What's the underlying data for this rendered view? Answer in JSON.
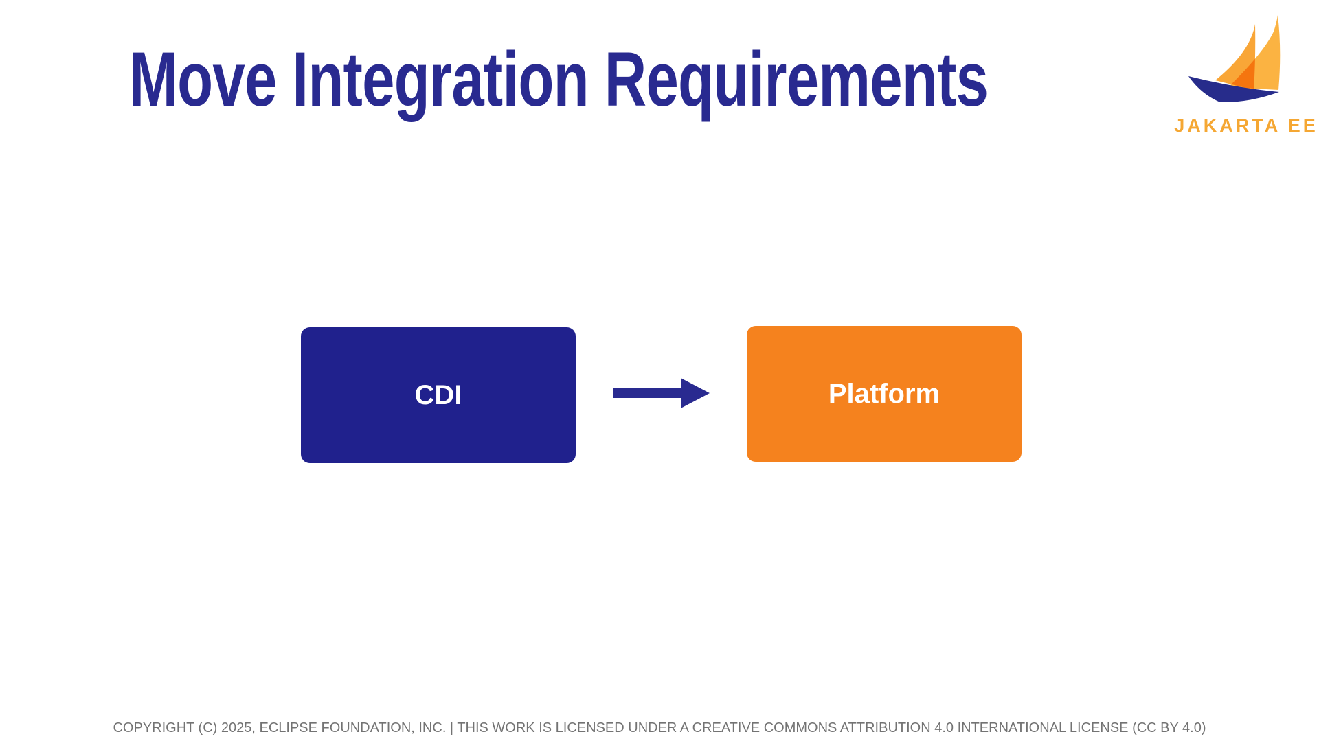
{
  "slide": {
    "title": "Move Integration Requirements",
    "footer": "COPYRIGHT (C) 2025, ECLIPSE FOUNDATION, INC. | THIS WORK IS LICENSED UNDER A CREATIVE COMMONS ATTRIBUTION 4.0 INTERNATIONAL LICENSE (CC BY 4.0)",
    "background_color": "#FFFFFF",
    "title_color": "#292A90",
    "footer_color": "#737373"
  },
  "logo": {
    "label": "JAKARTA EE",
    "icon": "jakarta-ee-sailboat",
    "label_color": "#F5A733",
    "sail_light_color": "#FBB342",
    "sail_dark_color": "#F9A637",
    "hull_color": "#272C8B"
  },
  "diagram": {
    "boxes": [
      {
        "label": "CDI",
        "fill": "#20218D",
        "text_color": "#FFFFFF"
      },
      {
        "label": "Platform",
        "fill": "#F5821E",
        "text_color": "#FFFFFF"
      }
    ],
    "arrow": {
      "direction": "right",
      "color": "#292A90"
    }
  }
}
